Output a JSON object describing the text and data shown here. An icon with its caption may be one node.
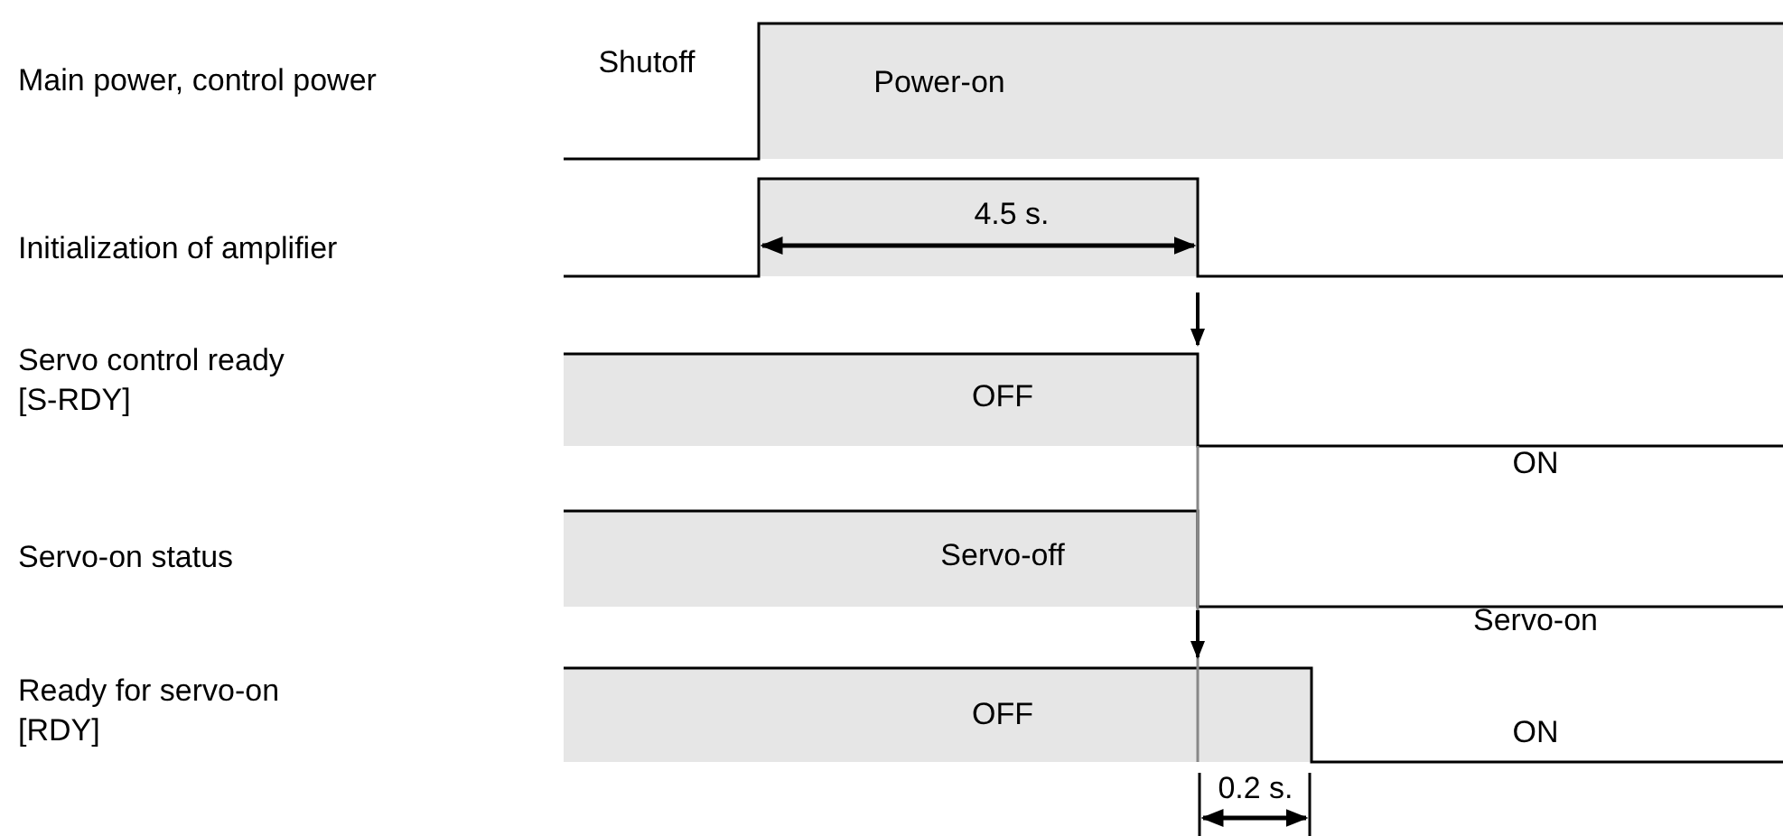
{
  "diagram": {
    "labels": [
      "Main power, control power",
      "Shutoff",
      "Power-on",
      "4.5 s.",
      "Initialization of amplifier",
      "Servo control ready [S-RDY]",
      "OFF",
      "ON",
      "Servo-on status",
      "Servo-off",
      "Servo-on",
      "Ready for servo-on [RDY]",
      "OFF",
      "ON",
      "0.2 s."
    ]
  }
}
